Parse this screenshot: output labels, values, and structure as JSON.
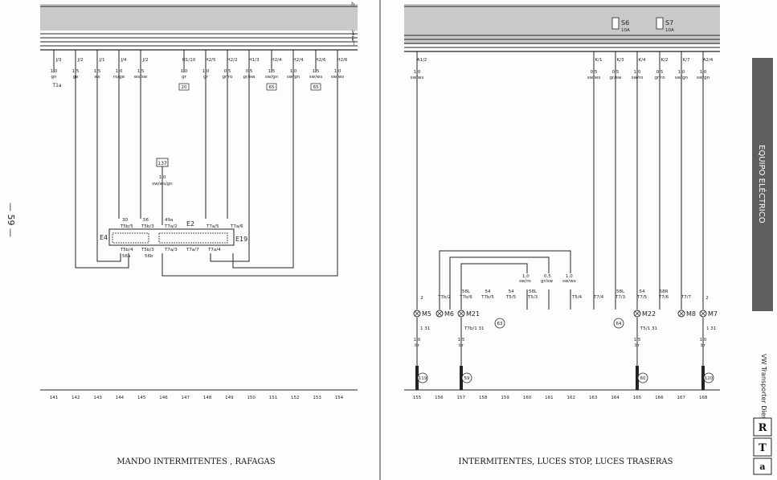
{
  "page_number": "— 59 —",
  "left": {
    "title": "MANDO INTERMITENTES , RAFAGAS",
    "rails": [
      "h",
      "y",
      "z",
      "k",
      "l"
    ],
    "pins": [
      {
        "label": "J/3",
        "size": "1,0",
        "color": "gn",
        "note": "T1a"
      },
      {
        "label": "J/2",
        "size": "1,5",
        "color": "ge"
      },
      {
        "label": "J/1",
        "size": "1,5",
        "color": "ws"
      },
      {
        "label": "J/4",
        "size": "1,0",
        "color": "ro/ge"
      },
      {
        "label": "J/2",
        "size": "1,5",
        "color": "ws/sw"
      },
      {
        "label": "H1/10",
        "size": "1,0",
        "color": "gr",
        "ref": "20"
      },
      {
        "label": "H2/5",
        "size": "1,0",
        "color": "gr"
      },
      {
        "label": "H2/2",
        "size": "0,5",
        "color": "gr/ro"
      },
      {
        "label": "H1/3",
        "size": "0,5",
        "color": "gr/sw"
      },
      {
        "label": "H2/4",
        "size": "1,5",
        "color": "sw/gn",
        "ref": "65"
      },
      {
        "label": "H2/4",
        "size": "1,0",
        "color": "sw/gn"
      },
      {
        "label": "H2/6",
        "size": "1,5",
        "color": "sw/ws",
        "ref": "65"
      },
      {
        "label": "H2/6",
        "size": "1,0",
        "color": "sw/ws"
      }
    ],
    "wire_137": {
      "ref": "137",
      "size": "1,0",
      "color": "sw/ws/gn"
    },
    "switch": {
      "e4": "E4",
      "e2": "E2",
      "e19": "E19",
      "top_terms": [
        "30",
        "56",
        "49a"
      ],
      "top_pins": [
        "T5b/5",
        "T5b/3",
        "T7a/2",
        "T7a/5",
        "T7a/6"
      ],
      "bottom_pins": [
        "T5b/4",
        "T5b/3",
        "T7a/3",
        "T7a/7",
        "T7a/4"
      ],
      "bottom_terms": [
        "56a",
        "56b"
      ]
    },
    "ruler": [
      "141",
      "142",
      "143",
      "144",
      "145",
      "146",
      "147",
      "148",
      "149",
      "150",
      "151",
      "152",
      "153",
      "154"
    ]
  },
  "right": {
    "title": "INTERMITENTES, LUCES STOP, LUCES TRASERAS",
    "fuses": [
      {
        "name": "S6",
        "rating": "10A"
      },
      {
        "name": "S7",
        "rating": "10A"
      }
    ],
    "top_pins": [
      {
        "label": "A1/2",
        "size": "1,0",
        "color": "sw/ws"
      },
      {
        "label": "K/1",
        "size": "0,5",
        "color": "sw/ws"
      },
      {
        "label": "K/3",
        "size": "0,5",
        "color": "gr/sw"
      },
      {
        "label": "K/4",
        "size": "1,0",
        "color": "sw/ro"
      },
      {
        "label": "K/2",
        "size": "0,5",
        "color": "gr/ro"
      },
      {
        "label": "K/7",
        "size": "1,0",
        "color": "sw/gn"
      },
      {
        "label": "A2/4",
        "size": "1,0",
        "color": "sw/gn"
      }
    ],
    "mid_wires": [
      {
        "size": "1,0",
        "color": "sw/ro"
      },
      {
        "size": "0,5",
        "color": "gr/sw"
      },
      {
        "size": "1,0",
        "color": "sw/ws"
      }
    ],
    "conn_labels": [
      "2",
      "T7b/2",
      "58L",
      "T7b/6",
      "54",
      "T7b/5",
      "54",
      "T5/5",
      "58L",
      "T5/3",
      "T5/4",
      "T7/4",
      "58L",
      "T7/3",
      "54",
      "T7/5",
      "58R",
      "T7/6",
      "T7/7",
      "2"
    ],
    "lamps": [
      "M5",
      "M6",
      "M21",
      "M22",
      "M8",
      "M7"
    ],
    "lamp_pins": [
      "1 31",
      "T7b/1 31",
      "T5/1 31",
      "1 31"
    ],
    "ground_wires": [
      {
        "size": "1,0",
        "color": "br",
        "ref": "119"
      },
      {
        "size": "1,5",
        "color": "br",
        "ref": "59"
      },
      {
        "size": "1,5",
        "color": "br",
        "ref": "60"
      },
      {
        "size": "1,0",
        "color": "br",
        "ref": "120"
      }
    ],
    "circle_refs": [
      "63",
      "64"
    ],
    "ruler": [
      "155",
      "156",
      "157",
      "158",
      "159",
      "160",
      "161",
      "162",
      "163",
      "164",
      "165",
      "166",
      "167",
      "168"
    ]
  },
  "sidebar": {
    "tab_text": "EQUIPO ELÉCTRICO",
    "vehicle": "VW Transporter Diesel",
    "logo_letters": [
      "R",
      "T",
      "a"
    ]
  },
  "colors": {
    "ink": "#222222",
    "header_band": "#c9c9c7",
    "tab_bg": "#5f5f5d"
  }
}
